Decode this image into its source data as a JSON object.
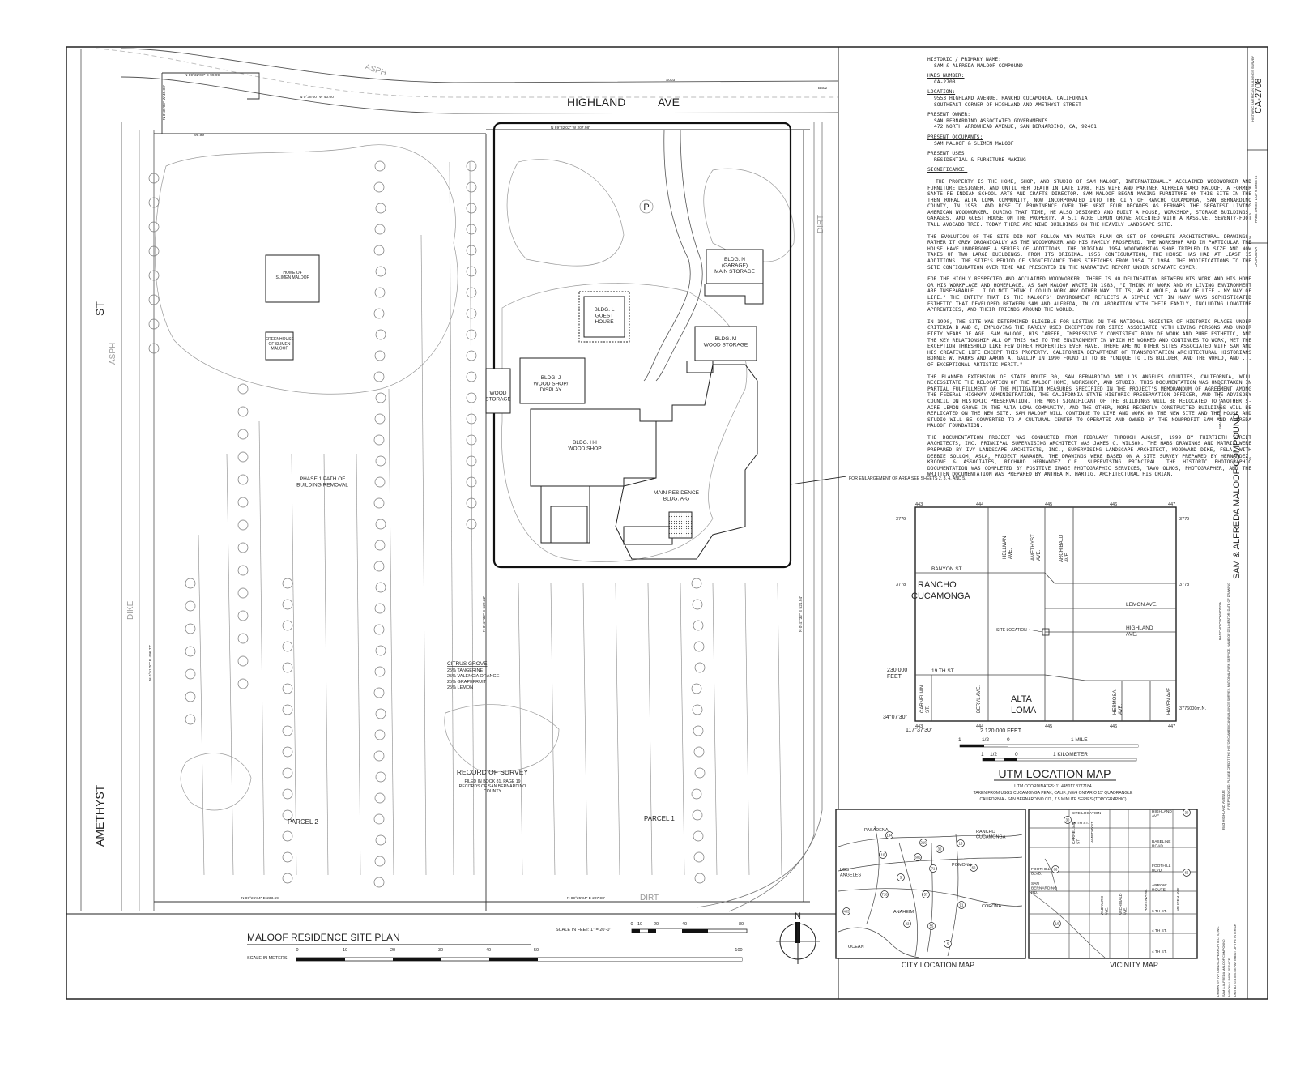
{
  "street_labels": {
    "highland": "HIGHLAND",
    "ave": "AVE",
    "st": "ST",
    "amethyst": "AMETHYST",
    "asph_top": "ASPH",
    "asph_left": "ASPH",
    "dike": "DIKE",
    "dirt_right": "DIRT",
    "dirt_bottom": "DIRT"
  },
  "survey_labels": {
    "b1": "N 89°32'02\" E 99.99'",
    "b2": "N 0°38'00\" W 40.00'",
    "b3": "N 0°39'00\" W 45.00'",
    "b4": "99.99'",
    "b5": "N 89°32'02\" W 207.98'",
    "b6": "N 0°47'32\" E 622.32'",
    "b7": "N 0°47'32\" E 521.94'",
    "b8": "N 0°51'20\" E 496.77'",
    "b9": "N 89°25'34\" E 233.69'",
    "b10": "N 89°25'34\" E 207.98'",
    "b11": "S003",
    "b12": "B402"
  },
  "buildings": {
    "bldg_n": "BLDG. N\n(GARAGE)\nMAIN STORAGE",
    "bldg_l": "BLDG. L\nGUEST\nHOUSE",
    "bldg_m": "BLDG. M\nWOOD STORAGE",
    "bldg_j": "BLDG. J\nWOOD SHOP/\nDISPLAY",
    "wood_storage": "WOOD\nSTORAGE",
    "bldg_hi": "BLDG. H-I\nWOOD SHOP",
    "main_res": "MAIN RESIDENCE\nBLDG. A-G",
    "home_slimen": "HOME OF\nSLIMEN MALOOF",
    "greenhouse": "GREENHOUSE\nOF SLIMEN\nMALOOF",
    "parking": "P"
  },
  "site_labels": {
    "phase1": "PHASE 1 PATH OF\nBUILDING REMOVAL",
    "citrus_title": "CITRUS GROVE",
    "citrus_items": [
      "25% TANGERINE",
      "25% VALENCIA ORANGE",
      "25% GRAPEFRUIT",
      "25% LEMON"
    ],
    "record_title": "RECORD OF SURVEY",
    "record_body": "FILED IN BOOK 81, PAGE 19\nRECORDS OF SAN BERNARDINO\nCOUNTY",
    "parcel2": "PARCEL 2",
    "parcel1": "PARCEL 1",
    "enlargement": "FOR ENLARGEMENT OF AREA SEE SHEETS 2, 3, 4, AND 5.",
    "north": "N"
  },
  "title_block": {
    "plan_title": "MALOOF RESIDENCE SITE PLAN",
    "scale_feet_label": "SCALE IN FEET: 1\" = 20'-0\"",
    "scale_feet_ticks": [
      "0",
      "10",
      "20",
      "40",
      "80"
    ],
    "scale_meters_label": "SCALE IN METERS:",
    "scale_meters_ticks": [
      "0",
      "10",
      "20",
      "30",
      "40",
      "50",
      "100"
    ]
  },
  "utm": {
    "title": "UTM LOCATION MAP",
    "sub1": "UTM COORDINATES: 11.445017.3777184",
    "sub2": "TAKEN FROM USGS CUCAMONGA PEAK, CALIF.; NE/4 ONTARIO 15' QUADRANGLE",
    "sub3": "CALIFORNIA - SAN BERNARDINO CO., 7.5 MINUTE SERIES (TOPOGRAPHIC)",
    "top_ticks": [
      "443",
      "444",
      "445",
      "446",
      "447"
    ],
    "bottom_ticks": [
      "443",
      "444",
      "445",
      "446",
      "447"
    ],
    "left_ticks": [
      "3779",
      "3778"
    ],
    "right_ticks": [
      "3779",
      "3778"
    ],
    "right_bottom": "3776000m.N.",
    "places": [
      "RANCHO",
      "CUCAMONGA",
      "ALTA",
      "LOMA"
    ],
    "streets": {
      "banyon": "BANYON ST.",
      "lemon": "LEMON AVE.",
      "highland": "HIGHLAND\nAVE.",
      "nineteenth": "19 TH ST.",
      "site": "SITE LOCATION",
      "hellman": "HELLMAN\nAVE.",
      "amethyst": "AMETHYST\nAVE.",
      "archibald": "ARCHIBALD\nAVE.",
      "carnelian": "CARNELIAN\nST.",
      "beryl": "BERYL AVE.",
      "hermosa": "HERMOSA\nAVE.",
      "haven": "HAVEN AVE."
    },
    "feet_left": "230 000\nFEET",
    "feet_bottom": "2 120 000 FEET",
    "lat": "34°07'30\"",
    "lon": "117°37'30\"",
    "mile_ticks": [
      "1",
      "1/2",
      "0",
      "1 MILE"
    ],
    "km_ticks": [
      "1",
      "1/2",
      "0",
      "1 KILOMETER"
    ]
  },
  "city_map": {
    "title": "CITY LOCATION MAP",
    "labels": [
      "PASADENA",
      "RANCHO\nCUCAMONGA",
      "LOS\nANGELES",
      "POMONA",
      "ANAHEIM",
      "CORONA",
      "OCEAN"
    ],
    "shields": [
      "134",
      "210",
      "30",
      "15",
      "10",
      "605",
      "60",
      "71",
      "5",
      "710",
      "57",
      "91",
      "405",
      "22",
      "55",
      "5"
    ]
  },
  "vicinity_map": {
    "title": "VICINITY MAP",
    "labels": [
      "SITE LOCATION",
      "HIGHLAND\nAVE.",
      "19 TH ST.",
      "BASELINE\nROAD",
      "FOOTHILL\nBLVD.",
      "FOOTHILL\nBLVD.",
      "ARROW\nROUTE",
      "SAN\nBERNARDINO\nRD.",
      "6 TH ST.",
      "4 TH ST.",
      "4 TH ST.",
      "CARNELIAN\nST.",
      "AMETHYST",
      "VINEYARD\nAVE.",
      "ARCHIBALD\nAVE.",
      "HAVEN AVE.",
      "MILIKEN AVE."
    ],
    "shields": [
      "30",
      "30",
      "66",
      "66",
      "10"
    ]
  },
  "notes": [
    {
      "h": "HISTORIC / PRIMARY NAME:",
      "v": "SAM & ALFREDA MALOOF COMPOUND"
    },
    {
      "h": "HABS NUMBER:",
      "v": "CA-2708"
    },
    {
      "h": "LOCATION:",
      "v": "9553 HIGHLAND AVENUE, RANCHO CUCAMONGA, CALIFORNIA\nSOUTHEAST CORNER OF HIGHLAND AND AMETHYST STREET"
    },
    {
      "h": "PRESENT OWNER:",
      "v": "SAN BERNARDINO ASSOCIATED GOVERNMENTS\n472 NORTH ARROWHEAD AVENUE, SAN BERNARDINO, CA, 92401"
    },
    {
      "h": "PRESENT OCCUPANTS:",
      "v": "SAM MALOOF & SLIMEN MALOOF"
    },
    {
      "h": "PRESENT USES:",
      "v": "RESIDENTIAL & FURNITURE MAKING"
    }
  ],
  "significance_heading": "SIGNIFICANCE:",
  "significance": [
    "THE PROPERTY IS THE HOME, SHOP, AND STUDIO OF SAM MALOOF, INTERNATIONALLY ACCLAIMED WOODWORKER AND FURNITURE DESIGNER, AND UNTIL HER DEATH IN LATE 1998, HIS WIFE AND PARTNER ALFREDA WARD MALOOF, A FORMER SANTE FE INDIAN SCHOOL ARTS AND CRAFTS DIRECTOR. SAM MALOOF BEGAN MAKING FURNITURE ON THIS SITE IN THE THEN RURAL ALTA LOMA COMMUNITY, NOW INCORPORATED INTO THE CITY OF RANCHO CUCAMONGA, SAN BERNARDINO COUNTY, IN 1953, AND ROSE TO PROMINENCE OVER THE NEXT FOUR DECADES AS PERHAPS THE GREATEST LIVING AMERICAN WOODWORKER. DURING THAT TIME, HE ALSO DESIGNED AND BUILT A HOUSE, WORKSHOP, STORAGE BUILDINGS, GARAGES, AND GUEST HOUSE ON THE PROPERTY, A 5.1 ACRE LEMON GROVE ACCENTED WITH A MASSIVE, SEVENTY-FOOT TALL AVOCADO TREE. TODAY THERE ARE NINE BUILDINGS ON THE HEAVILY LANDSCAPE SITE.",
    "THE EVOLUTION OF THE SITE DID NOT FOLLOW ANY MASTER PLAN OR SET OF COMPLETE ARCHITECTURAL DRAWINGS; RATHER IT GREW ORGANICALLY AS THE WOODWORKER AND HIS FAMILY PROSPERED. THE WORKSHOP AND IN PARTICULAR THE HOUSE HAVE UNDERGONE A SERIES OF ADDITIONS. THE ORIGINAL 1954 WOODWORKING SHOP TRIPLED IN SIZE AND NOW TAKES UP TWO LARGE BUILDINGS. FROM ITS ORIGINAL 1956 CONFIGURATION, THE HOUSE HAS HAD AT LEAST 15 ADDITIONS. THE SITE'S PERIOD OF SIGNIFICANCE THUS STRETCHES FROM 1954 TO 1984. THE MODIFICATIONS TO THE SITE CONFIGURATION OVER TIME ARE PRESENTED IN THE NARRATIVE REPORT UNDER SEPARATE COVER.",
    "FOR THE HIGHLY RESPECTED AND ACCLAIMED WOODWORKER, THERE IS NO DELINEATION BETWEEN HIS WORK AND HIS HOME OR HIS WORKPLACE AND HOMEPLACE. AS SAM MALOOF WROTE IN 1983, \"I THINK MY WORK AND MY LIVING ENVIRONMENT ARE INSEPARABLE...I DO NOT THINK I COULD WORK ANY OTHER WAY. IT IS, AS A WHOLE, A WAY OF LIFE - MY WAY OF LIFE.\" THE ENTITY THAT IS THE MALOOFS' ENVIRONMENT REFLECTS A SIMPLE YET IN MANY WAYS SOPHISTICATED ESTHETIC THAT DEVELOPED BETWEEN SAM AND ALFREDA, IN COLLABORATION WITH THEIR FAMILY, INCLUDING LONGTIME APPRENTICES, AND THEIR FRIENDS AROUND THE WORLD.",
    "IN 1990, THE SITE WAS DETERMINED ELIGIBLE FOR LISTING ON THE NATIONAL REGISTER OF HISTORIC PLACES UNDER CRITERIA B AND C, EMPLOYING THE RARELY USED EXCEPTION FOR SITES ASSOCIATED WITH LIVING PERSONS AND UNDER FIFTY YEARS OF AGE. SAM MALOOF, HIS CAREER, IMPRESSIVELY CONSISTENT BODY OF WORK AND PURE ESTHETIC, AND THE KEY RELATIONSHIP ALL OF THIS HAS TO THE ENVIRONMENT IN WHICH HE WORKED AND CONTINUES TO WORK, MET THE EXCEPTION THRESHOLD LIKE FEW OTHER PROPERTIES EVER HAVE. THERE ARE NO OTHER SITES ASSOCIATED WITH SAM AND HIS CREATIVE LIFE EXCEPT THIS PROPERTY. CALIFORNIA DEPARTMENT OF TRANSPORTATION ARCHITECTURAL HISTORIANS BONNIE W. PARKS AND AARON A. GALLUP IN 1990 FOUND IT TO BE \"UNIQUE TO ITS BUILDER, AND THE WORLD, AND ... OF EXCEPTIONAL ARTISTIC MERIT.\"",
    "THE PLANNED EXTENSION OF STATE ROUTE 30, SAN BERNARDINO AND LOS ANGELES COUNTIES, CALIFORNIA, WILL NECESSITATE THE RELOCATION OF THE MALOOF HOME, WORKSHOP, AND STUDIO. THIS DOCUMENTATION WAS UNDERTAKEN IN PARTIAL FULFILLMENT OF THE MITIGATION MEASURES SPECIFIED IN THE PROJECT'S MEMORANDUM OF AGREEMENT AMONG THE FEDERAL HIGHWAY ADMINISTRATION, THE CALIFORNIA STATE HISTORIC PRESERVATION OFFICER, AND THE ADVISORY COUNCIL ON HISTORIC PRESERVATION. THE MOST SIGNIFICANT OF THE BUILDINGS WILL BE RELOCATED TO ANOTHER 5-ACRE LEMON GROVE IN THE ALTA LOMA COMMUNITY, AND THE OTHER, MORE RECENTLY CONSTRUCTED BUILDINGS WILL BE REPLICATED ON THE NEW SITE. SAM MALOOF WILL CONTINUE TO LIVE AND WORK ON THE NEW SITE AND THE HOUSE AND STUDIO WILL BE CONVERTED TO A CULTURAL CENTER TO OPERATED AND OWNED BY THE NONPROFIT SAM AND ALFREDA MALOOF FOUNDATION.",
    "THE DOCUMENTATION PROJECT WAS CONDUCTED FROM FEBRUARY THROUGH AUGUST, 1999 BY THIRTIETH STREET ARCHITECTS, INC. PRINCIPAL SUPERVISING ARCHITECT WAS JAMES C. WILSON. THE HABS DRAWINGS AND MATRIX WERE PREPARED BY IVY LANDSCAPE ARCHITECTS, INC., SUPERVISING LANDSCAPE ARCHITECT, WOODWARD DIKE, FSLA, WITH DEBBIE SOLLOM, ASLA, PROJECT MANAGER. THE DRAWINGS WERE BASED ON A SITE SURVEY PREPARED BY HERNANDEZ, KROONE & ASSOCIATES, RICHARD HERNANDEZ C.E. SUPERVISING PRINCIPAL. THE HISTORIC PHOTOGRAPHIC DOCUMENTATION WAS COMPLETED BY POSITIVE IMAGE PHOTOGRAPHIC SERVICES, TAVO OLMOS, PHOTOGRAPHER, AND THE WRITTEN DOCUMENTATION WAS PREPARED BY ANTHEA M. HARTIG, ARCHITECTURAL HISTORIAN."
  ],
  "sidebar": {
    "project_title": "SAM & ALFREDA MALOOF COMPOUND",
    "sheet_number": "CA-2708",
    "survey_number_label": "HISTORIC AMERICAN BUILDINGS SURVEY",
    "sheet_of": "HABS SHEET 1 OF 6 SHEETS",
    "state": "CALIFORNIA",
    "county": "SAN BERNARDINO COUNTY",
    "city": "RANCHO CUCAMONGA",
    "address": "9553 HIGHLAND AVENUE",
    "credit": "IF REPRODUCED, PLEASE CREDIT THE HISTORIC AMERICAN BUILDINGS SURVEY, NATIONAL PARK SERVICE, NAME OF DELINEATOR, DATE OF DRAWING",
    "drawn_by": "DRAWN BY: IVY LANDSCAPE ARCHITECTS, INC.",
    "compound_small": "SAM & ALFREDA MALOOF COMPOUND",
    "nps": "NATIONAL PARK SERVICE",
    "doi": "UNITED STATES DEPARTMENT OF THE INTERIOR"
  }
}
